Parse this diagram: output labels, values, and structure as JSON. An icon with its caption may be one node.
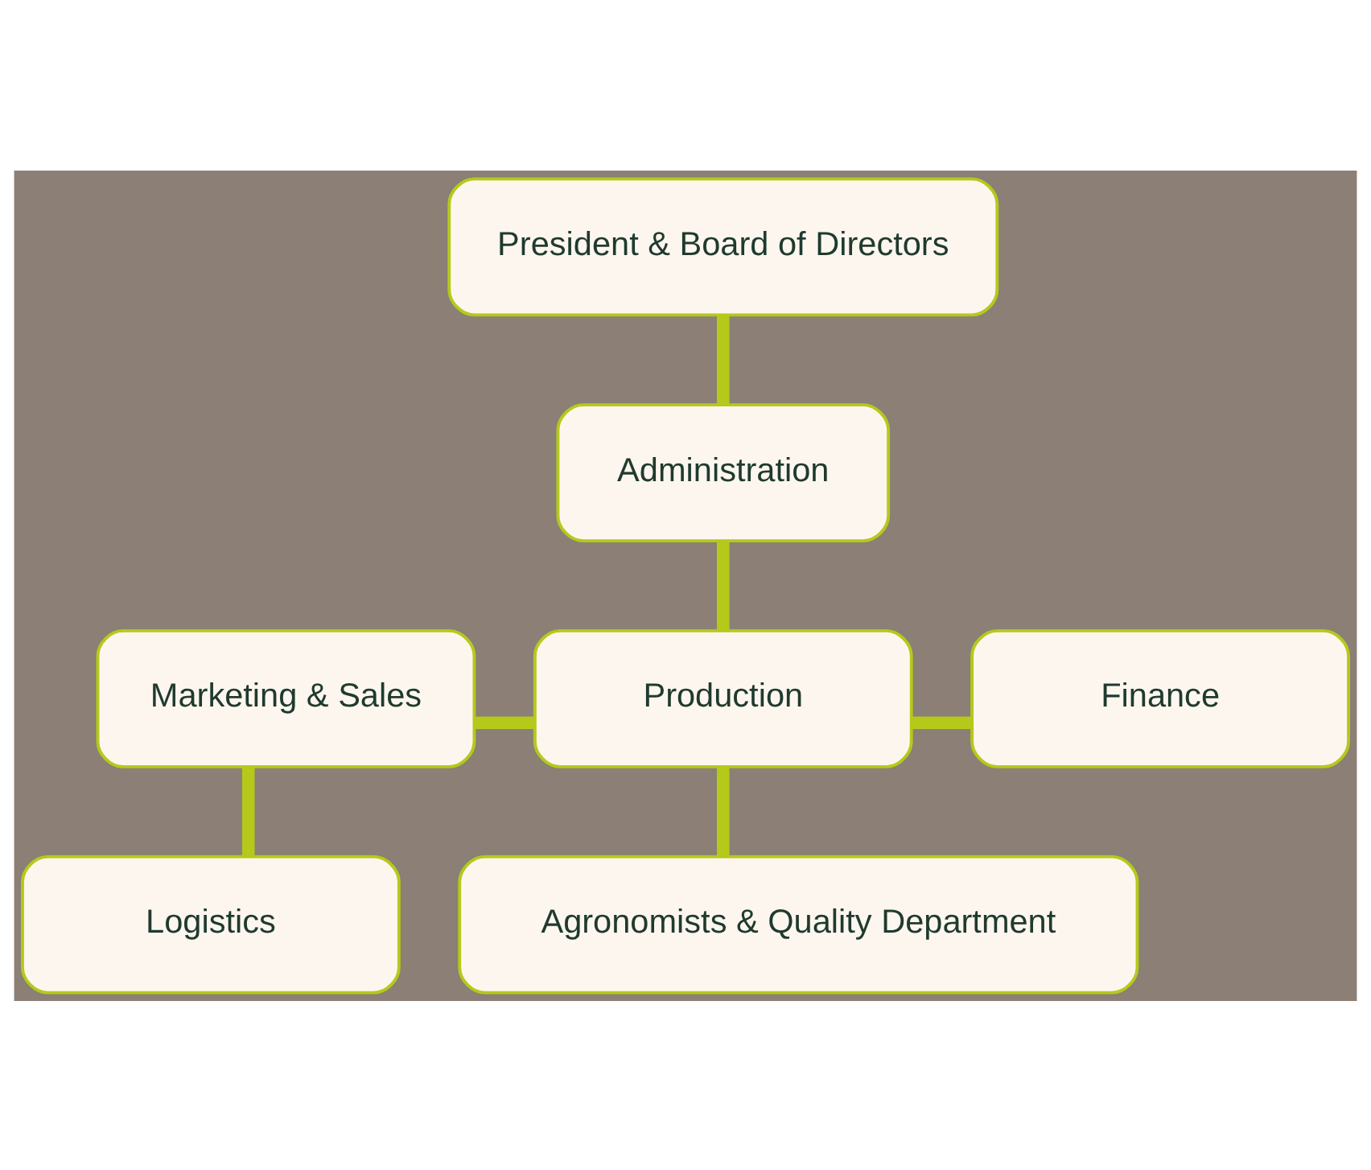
{
  "diagram": {
    "nodes": [
      {
        "text": [
          "President & Board of Directors"
        ]
      },
      {
        "text": [
          "Administration"
        ]
      },
      {
        "text": [
          "Marketing & Sales"
        ]
      },
      {
        "text": [
          "Production"
        ]
      },
      {
        "text": [
          "Finance"
        ]
      },
      {
        "text": [
          "Logistics"
        ]
      },
      {
        "text": [
          "Agronomists & Quality Department"
        ]
      }
    ],
    "edges": [
      {
        "from": 0,
        "to": 1,
        "arrow": "none"
      },
      {
        "from": 1,
        "to": 3,
        "arrow": "none"
      },
      {
        "from": 3,
        "to": 2,
        "arrow": "none"
      },
      {
        "from": 3,
        "to": 4,
        "arrow": "none"
      },
      {
        "from": 2,
        "to": 5,
        "arrow": "none"
      },
      {
        "from": 3,
        "to": 6,
        "arrow": "none"
      }
    ]
  }
}
